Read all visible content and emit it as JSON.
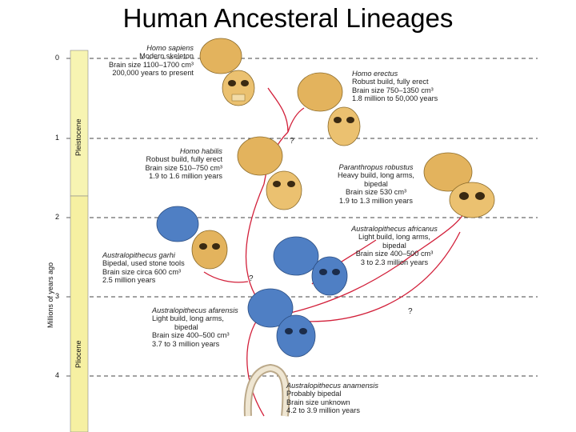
{
  "title": "Human Ancesteral Lineages",
  "axis": {
    "label": "Millions of years ago",
    "ticks": [
      "0",
      "1",
      "2",
      "3",
      "4"
    ],
    "epochs": [
      "Pleistocene",
      "Pliocene"
    ]
  },
  "colors": {
    "pleistocene_band": "#f7f4b2",
    "pliocene_band": "#f6f0a2",
    "dashed_line": "#444444",
    "lineage_line": "#d2203a",
    "skull_tan": "#e3b35d",
    "skull_blue": "#4f7fc4"
  },
  "uncertain_mark": "?",
  "species": {
    "homo_sapiens": {
      "name": "Homo sapiens",
      "lines": [
        "Modern skeleton",
        "Brain size 1100–1700 cm³",
        "200,000 years to present"
      ]
    },
    "homo_erectus": {
      "name": "Homo erectus",
      "lines": [
        "Robust build, fully erect",
        "Brain size 750–1350 cm³",
        "1.8 million to 50,000 years"
      ]
    },
    "homo_habilis": {
      "name": "Homo habilis",
      "lines": [
        "Robust build, fully erect",
        "Brain size 510–750 cm³",
        "1.9 to 1.6 million years"
      ]
    },
    "paranthropus_robustus": {
      "name": "Paranthropus robustus",
      "lines": [
        "Heavy build, long arms,",
        "bipedal",
        "Brain size 530 cm³",
        "1.9 to 1.3 million years"
      ]
    },
    "australopithecus_africanus": {
      "name": "Australopithecus africanus",
      "lines": [
        "Light build, long arms,",
        "bipedal",
        "Brain size 400–500 cm³",
        "3 to 2.3 million years"
      ]
    },
    "australopithecus_garhi": {
      "name": "Australopithecus garhi",
      "lines": [
        "Bipedal, used stone tools",
        "Brain size circa 600 cm³",
        "2.5 million years"
      ]
    },
    "australopithecus_afarensis": {
      "name": "Australopithecus afarensis",
      "lines": [
        "Light build, long arms,",
        "bipedal",
        "Brain size 400–500 cm³",
        "3.7 to 3 million years"
      ]
    },
    "australopithecus_anamensis": {
      "name": "Australopithecus anamensis",
      "lines": [
        "Probably bipedal",
        "Brain size unknown",
        "4.2 to 3.9 million years"
      ]
    }
  }
}
